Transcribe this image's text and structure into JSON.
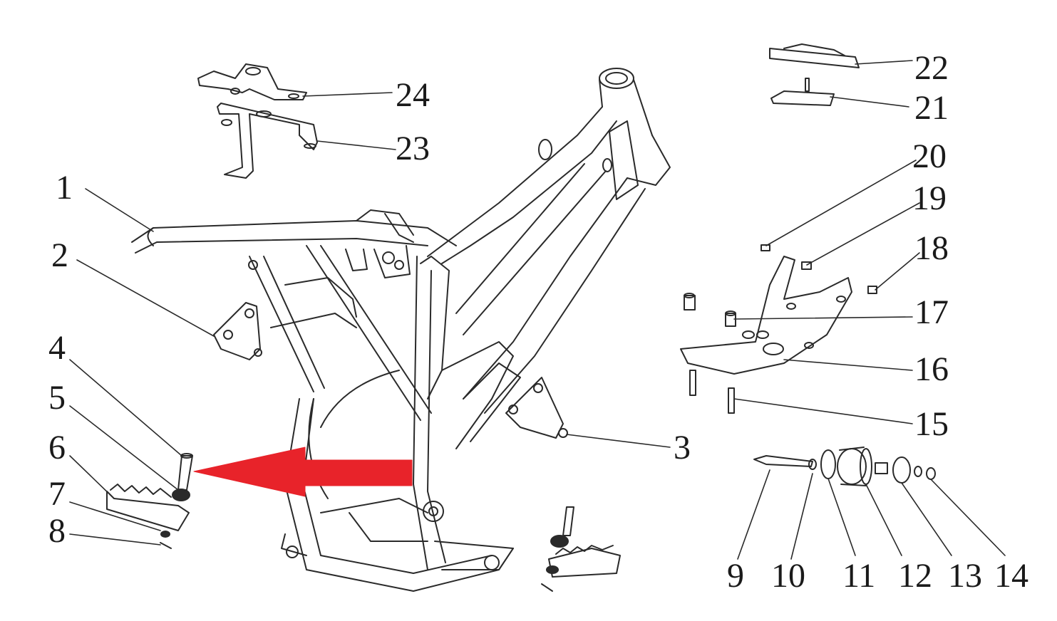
{
  "diagram": {
    "callouts": [
      "1",
      "2",
      "3",
      "4",
      "5",
      "6",
      "7",
      "8",
      "9",
      "10",
      "11",
      "12",
      "13",
      "14",
      "15",
      "16",
      "17",
      "18",
      "19",
      "20",
      "21",
      "22",
      "23",
      "24"
    ],
    "colors": {
      "line": "#2a2a2a",
      "highlight_arrow": "#e8232a",
      "background": "#ffffff"
    }
  }
}
